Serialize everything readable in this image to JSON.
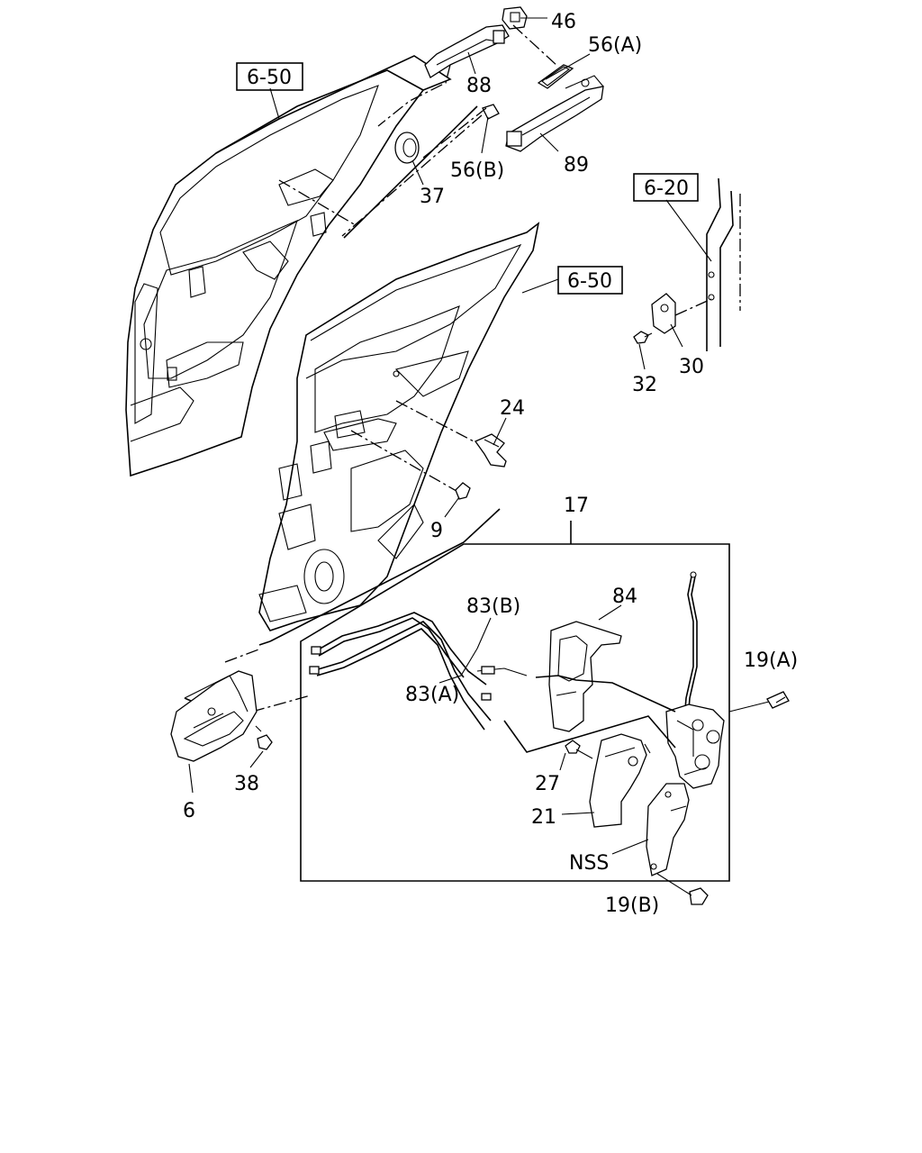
{
  "refs": {
    "r1": "6-50",
    "r2": "6-50",
    "r3": "6-20"
  },
  "callouts": {
    "c46": "46",
    "c56a": "56(A)",
    "c88": "88",
    "c56b": "56(B)",
    "c89": "89",
    "c37": "37",
    "c24": "24",
    "c30": "30",
    "c32": "32",
    "c9": "9",
    "c17": "17",
    "c84": "84",
    "c83b": "83(B)",
    "c83a": "83(A)",
    "c19a": "19(A)",
    "c38": "38",
    "c6": "6",
    "c27": "27",
    "c21": "21",
    "cnss": "NSS",
    "c19b": "19(B)"
  }
}
